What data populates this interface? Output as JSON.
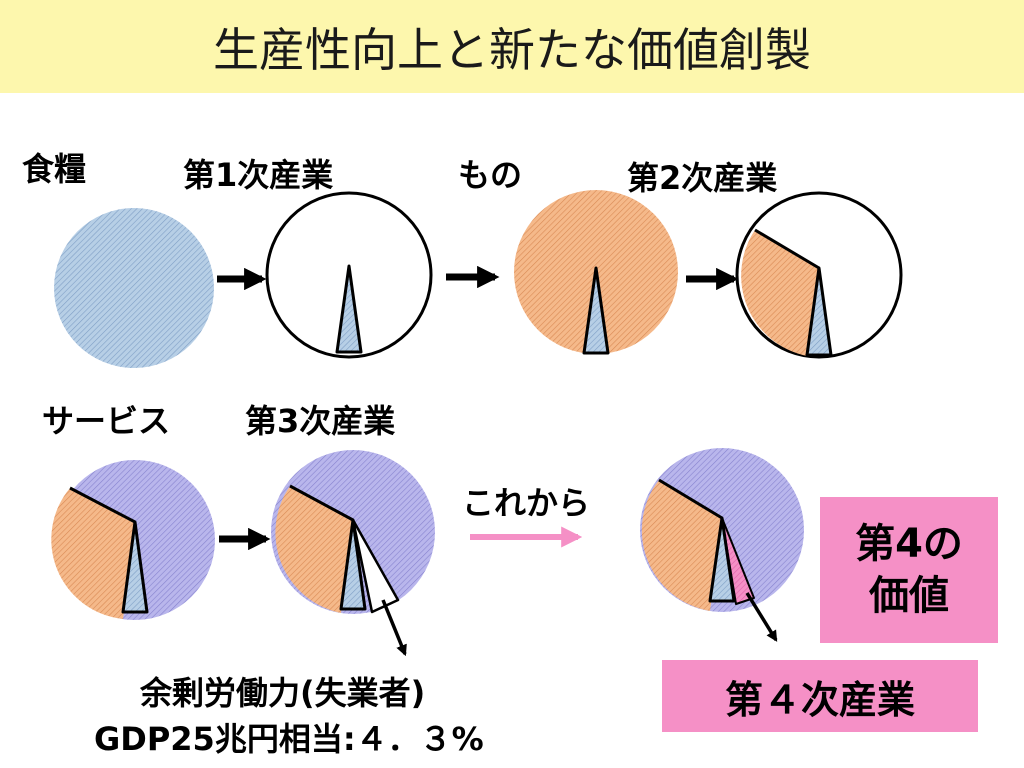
{
  "title": "生産性向上と新たな価値創製",
  "labels": {
    "food": "食糧",
    "primary": "第1次産業",
    "goods": "もの",
    "secondary": "第2次産業",
    "service": "サービス",
    "tertiary": "第3次産業",
    "from_now": "これから",
    "surplus_labor": "余剰労働力(失業者)",
    "gdp_equivalent": "GDP25兆円相当:４．３%"
  },
  "fourth_value_box": {
    "line1": "第4の",
    "line2": "価値"
  },
  "quaternary_box": "第４次産業",
  "colors": {
    "title_band": "#fdf7ad",
    "food_sector": "#b7cfe6",
    "goods_sector": "#f5b98a",
    "service_sector": "#b9b6ec",
    "fourth_sector": "#f590c6",
    "from_now_arrow": "#f590c6"
  }
}
